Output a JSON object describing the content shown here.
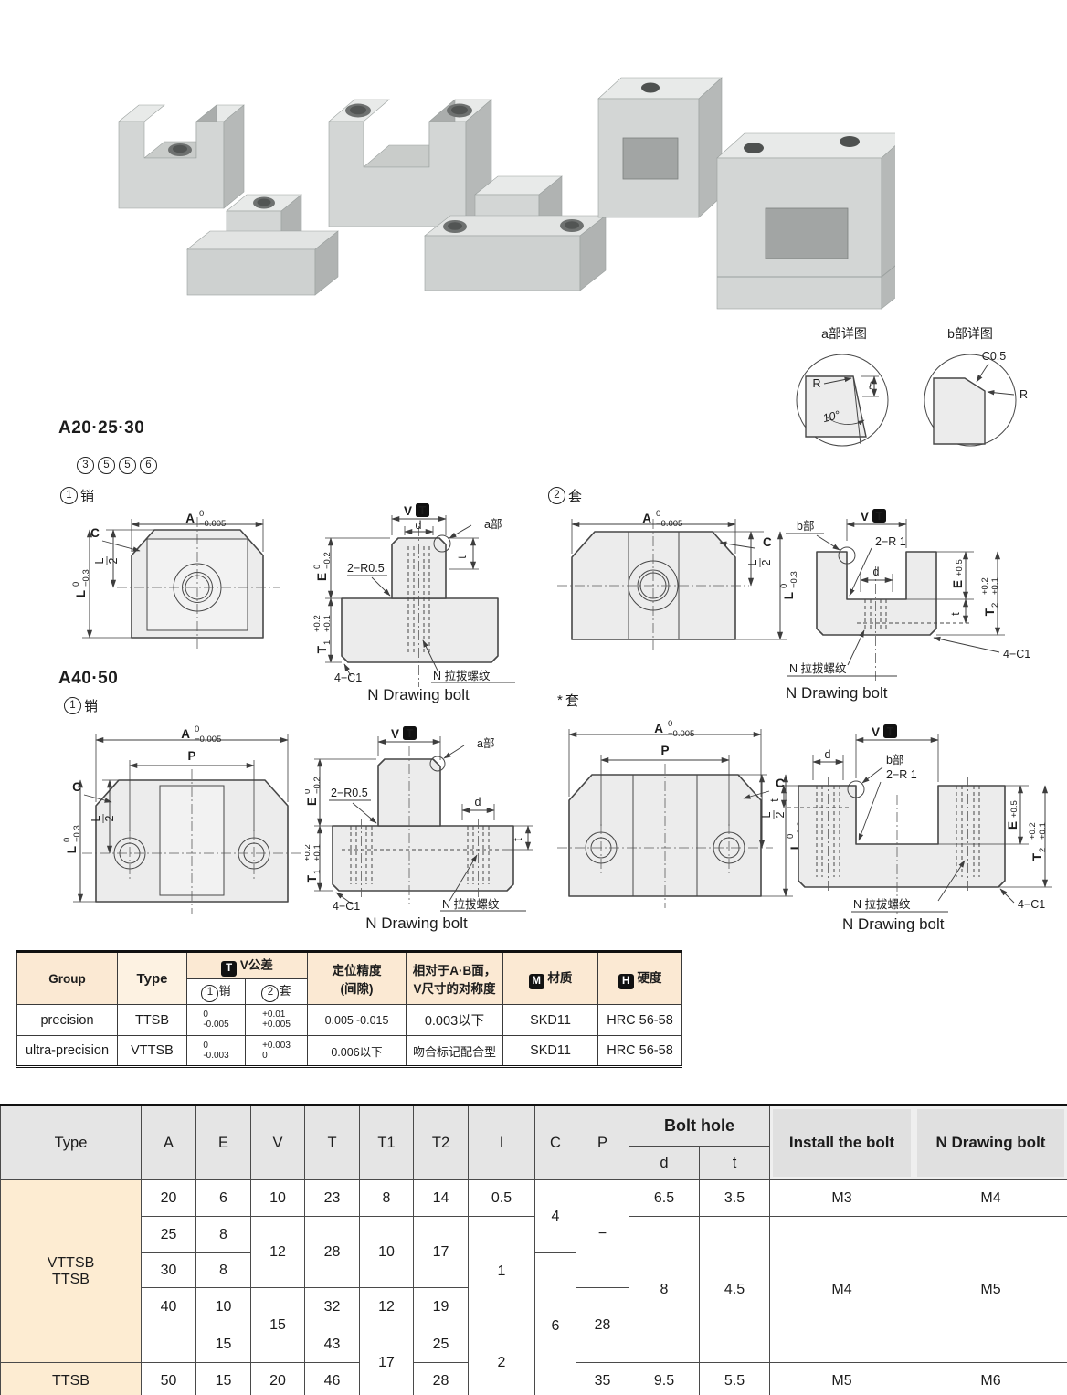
{
  "labels": {
    "zero": "0",
    "a": "A",
    "a_tol": "−0.005",
    "l": "L",
    "l_tol": "−0.3",
    "two": "2",
    "e": "E",
    "e_tol": "−0.2",
    "e_plus": "+0.5",
    "t_cap": "T",
    "one": "1",
    "t2s": "2",
    "tol_up": "+0.2",
    "tol_dn": "+0.1",
    "p": "P",
    "c": "C",
    "d": "d",
    "t": "t",
    "v": "V",
    "tbox": "T",
    "r05": "2−R0.5",
    "r1": "2−R  1",
    "c1": "4−C1",
    "a_part": "a部",
    "b_part": "b部",
    "n_cn": "N 拉拔螺纹",
    "n_en": "N Drawing bolt"
  },
  "sections": {
    "s1": {
      "title": "A20·25·30",
      "nums": [
        "3",
        "5",
        "5",
        "6"
      ],
      "pin_no": "1",
      "pin": "销",
      "sleeve_no": "2",
      "sleeve": "套"
    },
    "s2": {
      "title": "A40·50",
      "pin_no": "1",
      "pin": "销",
      "sleeve_star": "*",
      "sleeve": "套"
    }
  },
  "details": {
    "a_title": "a部详图",
    "b_title": "b部详图",
    "r": "R",
    "angle": "10°",
    "ell": "ℓ",
    "c05": "C0.5"
  },
  "table1": {
    "h": {
      "group": "Group",
      "type": "Type",
      "tbox": "T",
      "vtol": "V公差",
      "pin_no": "1",
      "pin": "销",
      "sleeve_no": "2",
      "sleeve": "套",
      "acc1": "定位精度",
      "acc2": "(间隙)",
      "sym1": "相对于A·B面，",
      "sym2": "V尺寸的对称度",
      "mbox": "M",
      "mat": "材质",
      "hbox": "H",
      "hard": "硬度"
    },
    "rows": [
      {
        "group": "precision",
        "type": "TTSB",
        "pin_u": "0",
        "pin_d": "-0.005",
        "slv_u": "+0.01",
        "slv_d": "+0.005",
        "acc": "0.005~0.015",
        "sym": "0.003以下",
        "mat": "SKD11",
        "hard": "HRC 56-58"
      },
      {
        "group": "ultra-precision",
        "type": "VTTSB",
        "pin_u": "0",
        "pin_d": "-0.003",
        "slv_u": "+0.003",
        "slv_d": "0",
        "acc": "0.006以下",
        "sym": "吻合标记配合型",
        "mat": "SKD11",
        "hard": "HRC 56-58"
      }
    ]
  },
  "table2": {
    "h": {
      "type": "Type",
      "a": "A",
      "e": "E",
      "v": "V",
      "t": "T",
      "t1": "T1",
      "t2": "T2",
      "i": "I",
      "c": "C",
      "p": "P",
      "bolt_hole": "Bolt hole",
      "d": "d",
      "ts": "t",
      "install": "Install the bolt",
      "ndraw": "N Drawing bolt"
    },
    "type_main1": "VTTSB",
    "type_main2": "TTSB",
    "type_last": "TTSB",
    "rows": {
      "r1": {
        "a": "20",
        "e": "6",
        "v": "10",
        "t": "23",
        "t1": "8",
        "t2": "14",
        "i": "0.5",
        "c": "4",
        "p": "−",
        "d": "6.5",
        "ts": "3.5",
        "install": "M3",
        "nbolt": "M4"
      },
      "r2": {
        "a": "25",
        "e": "8",
        "v": "12",
        "t": "28",
        "t1": "10",
        "t2": "17",
        "i": "1",
        "d": "8",
        "ts": "4.5",
        "install": "M4",
        "nbolt": "M5"
      },
      "r3": {
        "a": "30",
        "e": "8",
        "c": "6"
      },
      "r4": {
        "a": "40",
        "e": "10",
        "v": "15",
        "t": "32",
        "t1": "12",
        "t2": "19",
        "p": "28"
      },
      "r5": {
        "a": "",
        "e": "15",
        "t": "43",
        "t1": "17",
        "t2": "25",
        "i": "2"
      },
      "r6": {
        "a": "50",
        "e": "15",
        "v": "20",
        "t": "46",
        "t2": "28",
        "p": "35",
        "d": "9.5",
        "ts": "5.5",
        "install": "M5",
        "nbolt": "M6"
      }
    }
  }
}
